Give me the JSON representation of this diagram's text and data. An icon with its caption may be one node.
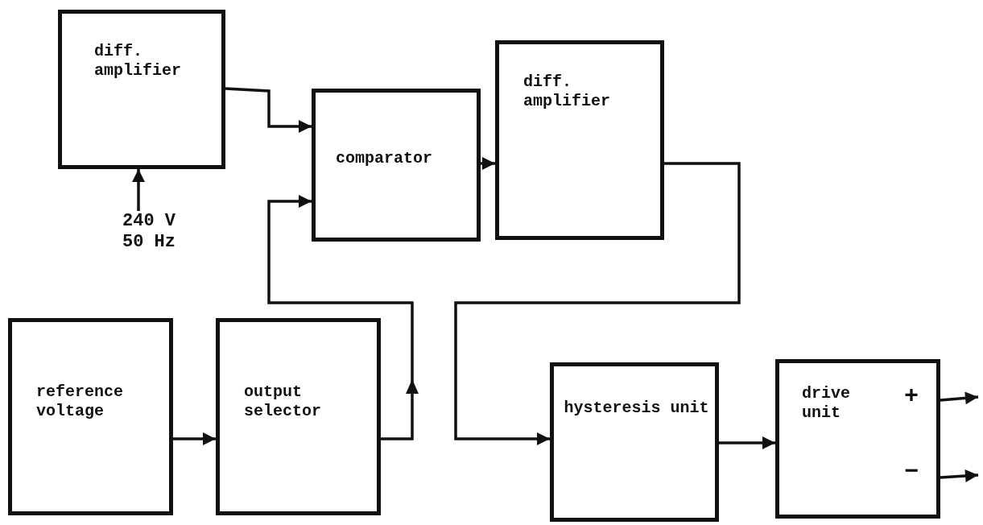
{
  "diagram": {
    "nodes": [
      {
        "text": [
          "diff. amplifier"
        ]
      },
      {
        "text": [
          "240 V 50 Hz"
        ]
      },
      {
        "text": [
          "comparator"
        ]
      },
      {
        "text": [
          "diff. amplifier"
        ]
      },
      {
        "text": [
          "reference voltage"
        ]
      },
      {
        "text": [
          "output selector"
        ]
      },
      {
        "text": [
          "hysteresis unit"
        ]
      },
      {
        "text": [
          "drive unit",
          "+",
          "−"
        ]
      }
    ],
    "edges": [
      {
        "from": 0,
        "to": 2,
        "arrow": "to"
      },
      {
        "from": 1,
        "to": 0,
        "arrow": "to"
      },
      {
        "from": 4,
        "to": 5,
        "arrow": "to"
      },
      {
        "from": 5,
        "to": 2,
        "arrow": "to"
      },
      {
        "from": 2,
        "to": 3,
        "arrow": "to"
      },
      {
        "from": 3,
        "to": 6,
        "arrow": "to"
      },
      {
        "from": 6,
        "to": 7,
        "arrow": "to"
      },
      {
        "from": 7,
        "to": null,
        "arrow": "to"
      },
      {
        "from": 7,
        "to": null,
        "arrow": "to"
      }
    ]
  }
}
